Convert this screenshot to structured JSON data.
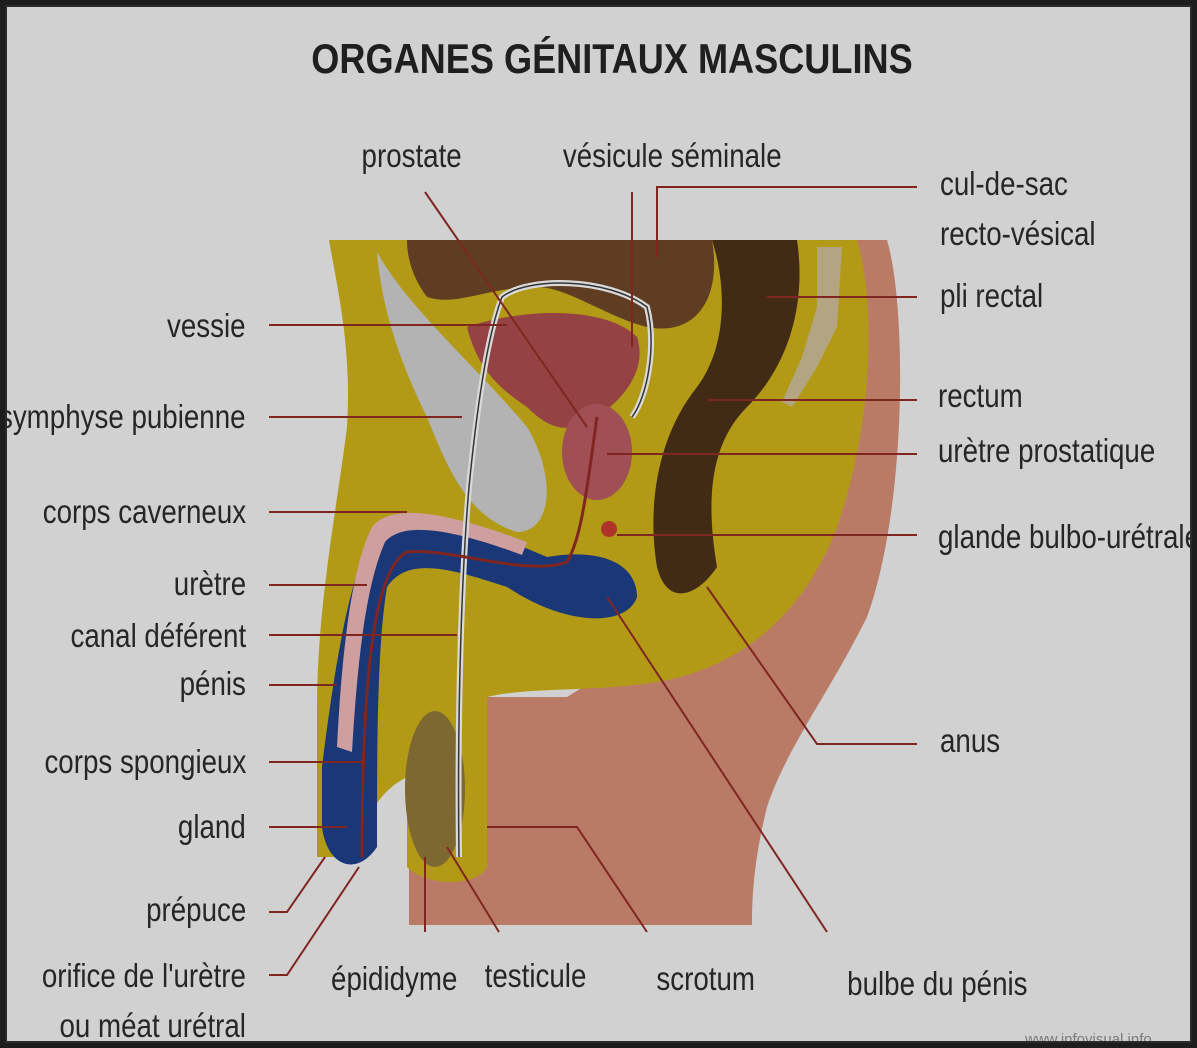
{
  "title": "ORGANES GÉNITAUX MASCULINS",
  "labels": {
    "prostate": "prostate",
    "vesicule_seminale": "vésicule séminale",
    "cul_de_sac_1": "cul-de-sac",
    "cul_de_sac_2": "recto-vésical",
    "pli_rectal": "pli rectal",
    "rectum": "rectum",
    "uretre_prostatique": "urètre prostatique",
    "glande_bulbo_uretrale": "glande bulbo-urétrale",
    "anus": "anus",
    "vessie": "vessie",
    "symphyse_pubienne": "symphyse pubienne",
    "corps_caverneux": "corps caverneux",
    "uretre": "urètre",
    "canal_deferent": "canal déférent",
    "penis": "pénis",
    "corps_spongieux": "corps spongieux",
    "gland": "gland",
    "prepuce": "prépuce",
    "orifice_1": "orifice de l'urètre",
    "orifice_2": "ou méat urétral",
    "epididyme": "épididyme",
    "testicule": "testicule",
    "scrotum": "scrotum",
    "bulbe_du_penis": "bulbe du pénis"
  },
  "watermark": "www.infovisual.info",
  "colors": {
    "fat": "#c7ac1a",
    "skin": "#cf8a72",
    "bladder": "#a54a4c",
    "rectum": "#4a3018",
    "bone": "#c8c8c8",
    "spongy": "#1e3f86",
    "leader": "#8e2b25"
  }
}
